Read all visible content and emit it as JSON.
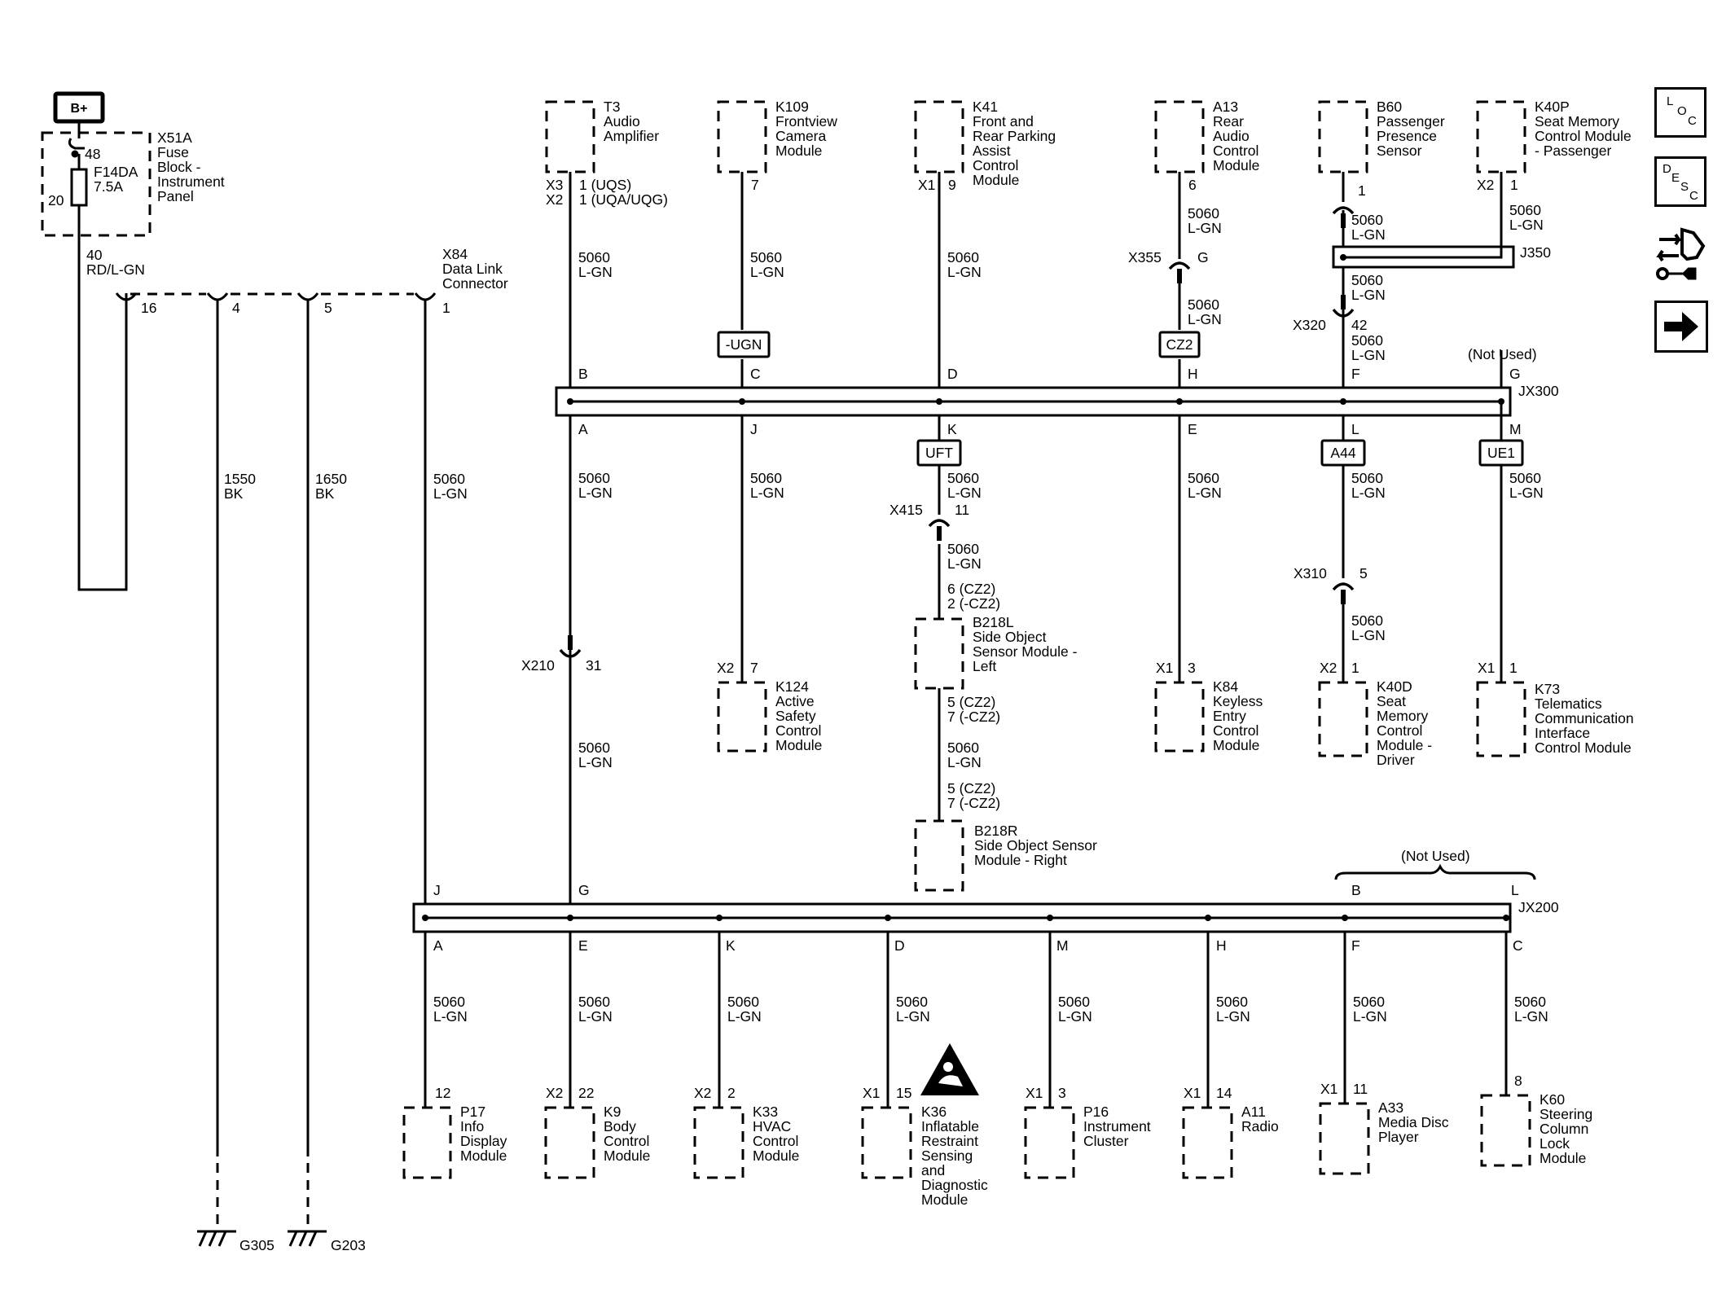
{
  "supply": {
    "bplus": "B+",
    "fuse_block_id": "X51A",
    "fuse_block_name": [
      "Fuse",
      "Block -",
      "Instrument",
      "Panel"
    ],
    "pin_48": "48",
    "pin_20": "20",
    "fuse_id": "F14DA",
    "fuse_rating": "7.5A",
    "wire_40": "40",
    "wire_40_color": "RD/L-GN"
  },
  "dlc": {
    "id": "X84",
    "name": [
      "Data Link",
      "Connector"
    ],
    "pins": [
      "16",
      "4",
      "5",
      "1"
    ],
    "wire_1550": "1550",
    "wire_1650": "1650",
    "bk": "BK",
    "ground_1": "G305",
    "ground_2": "G203"
  },
  "wire": {
    "circuit": "5060",
    "color": "L-GN"
  },
  "top_modules": {
    "t3": {
      "id": "T3",
      "name": [
        "Audio",
        "Amplifier"
      ],
      "conn_1": "X3",
      "conn_2": "X2",
      "pin_1": "1 (UQS)",
      "pin_2": "1 (UQA/UQG)"
    },
    "k109": {
      "id": "K109",
      "name": [
        "Frontview",
        "Camera",
        "Module"
      ],
      "pin": "7"
    },
    "k41": {
      "id": "K41",
      "name": [
        "Front and",
        "Rear Parking",
        "Assist",
        "Control",
        "Module"
      ],
      "conn": "X1",
      "pin": "9"
    },
    "a13": {
      "id": "A13",
      "name": [
        "Rear",
        "Audio",
        "Control",
        "Module"
      ],
      "pin": "6"
    },
    "b60": {
      "id": "B60",
      "name": [
        "Passenger",
        "Presence",
        "Sensor"
      ],
      "pin": "1"
    },
    "k40p": {
      "id": "K40P",
      "name": [
        "Seat Memory",
        "Control Module",
        "- Passenger"
      ],
      "conn": "X2",
      "pin": "1"
    }
  },
  "options": {
    "ugn": "-UGN",
    "cz2": "CZ2",
    "uft": "UFT",
    "a44": "A44",
    "ue1": "UE1"
  },
  "inline": {
    "x355": "X355",
    "x355_pin": "G",
    "j350": "J350",
    "x320": "X320",
    "x320_pin": "42",
    "x415": "X415",
    "x415_pin": "11",
    "x310": "X310",
    "x310_pin": "5",
    "x210": "X210",
    "x210_pin": "31"
  },
  "jx300": {
    "id": "JX300",
    "not_used": "(Not Used)",
    "top_pins": [
      "B",
      "C",
      "D",
      "H",
      "F",
      "G"
    ],
    "bottom_pins": [
      "A",
      "J",
      "K",
      "E",
      "L",
      "M"
    ]
  },
  "middle_modules": {
    "k124": {
      "id": "K124",
      "name": [
        "Active",
        "Safety",
        "Control",
        "Module"
      ],
      "conn": "X2",
      "pin": "7"
    },
    "b218l": {
      "id": "B218L",
      "name": [
        "Side Object",
        "Sensor Module -",
        "Left"
      ],
      "pins_in": [
        "6 (CZ2)",
        "2 (-CZ2)"
      ],
      "pins_out": [
        "5 (CZ2)",
        "7 (-CZ2)"
      ]
    },
    "b218r": {
      "id": "B218R",
      "name": [
        "Side Object Sensor",
        "Module - Right"
      ],
      "pins_in": [
        "5 (CZ2)",
        "7 (-CZ2)"
      ]
    },
    "k84": {
      "id": "K84",
      "name": [
        "Keyless",
        "Entry",
        "Control",
        "Module"
      ],
      "conn": "X1",
      "pin": "3"
    },
    "k40d": {
      "id": "K40D",
      "name": [
        "Seat",
        "Memory",
        "Control",
        "Module -",
        "Driver"
      ],
      "conn": "X2",
      "pin": "1"
    },
    "k73": {
      "id": "K73",
      "name": [
        "Telematics",
        "Communication",
        "Interface",
        "Control Module"
      ],
      "conn": "X1",
      "pin": "1"
    }
  },
  "jx200": {
    "id": "JX200",
    "not_used": "(Not Used)",
    "top_pins": [
      "J",
      "G",
      "B",
      "L"
    ],
    "bottom_pins": [
      "A",
      "E",
      "K",
      "D",
      "M",
      "H",
      "F",
      "C"
    ]
  },
  "bottom_modules": {
    "p17": {
      "id": "P17",
      "name": [
        "Info",
        "Display",
        "Module"
      ],
      "pin": "12"
    },
    "k9": {
      "id": "K9",
      "name": [
        "Body",
        "Control",
        "Module"
      ],
      "conn": "X2",
      "pin": "22"
    },
    "k33": {
      "id": "K33",
      "name": [
        "HVAC",
        "Control",
        "Module"
      ],
      "conn": "X2",
      "pin": "2"
    },
    "k36": {
      "id": "K36",
      "name": [
        "Inflatable",
        "Restraint",
        "Sensing",
        "and",
        "Diagnostic",
        "Module"
      ],
      "conn": "X1",
      "pin": "15"
    },
    "p16": {
      "id": "P16",
      "name": [
        "Instrument",
        "Cluster"
      ],
      "conn": "X1",
      "pin": "3"
    },
    "a11": {
      "id": "A11",
      "name": [
        "Radio"
      ],
      "conn": "X1",
      "pin": "14"
    },
    "a33": {
      "id": "A33",
      "name": [
        "Media Disc",
        "Player"
      ],
      "conn": "X1",
      "pin": "11"
    },
    "k60": {
      "id": "K60",
      "name": [
        "Steering",
        "Column",
        "Lock",
        "Module"
      ],
      "pin": "8"
    }
  },
  "nav": {
    "loc": [
      "L",
      "O",
      "C"
    ],
    "desc": [
      "D",
      "E",
      "S",
      "C"
    ],
    "icons": [
      "location-view-icon",
      "description-view-icon",
      "connector-tool-icon",
      "next-page-arrow-icon"
    ]
  }
}
